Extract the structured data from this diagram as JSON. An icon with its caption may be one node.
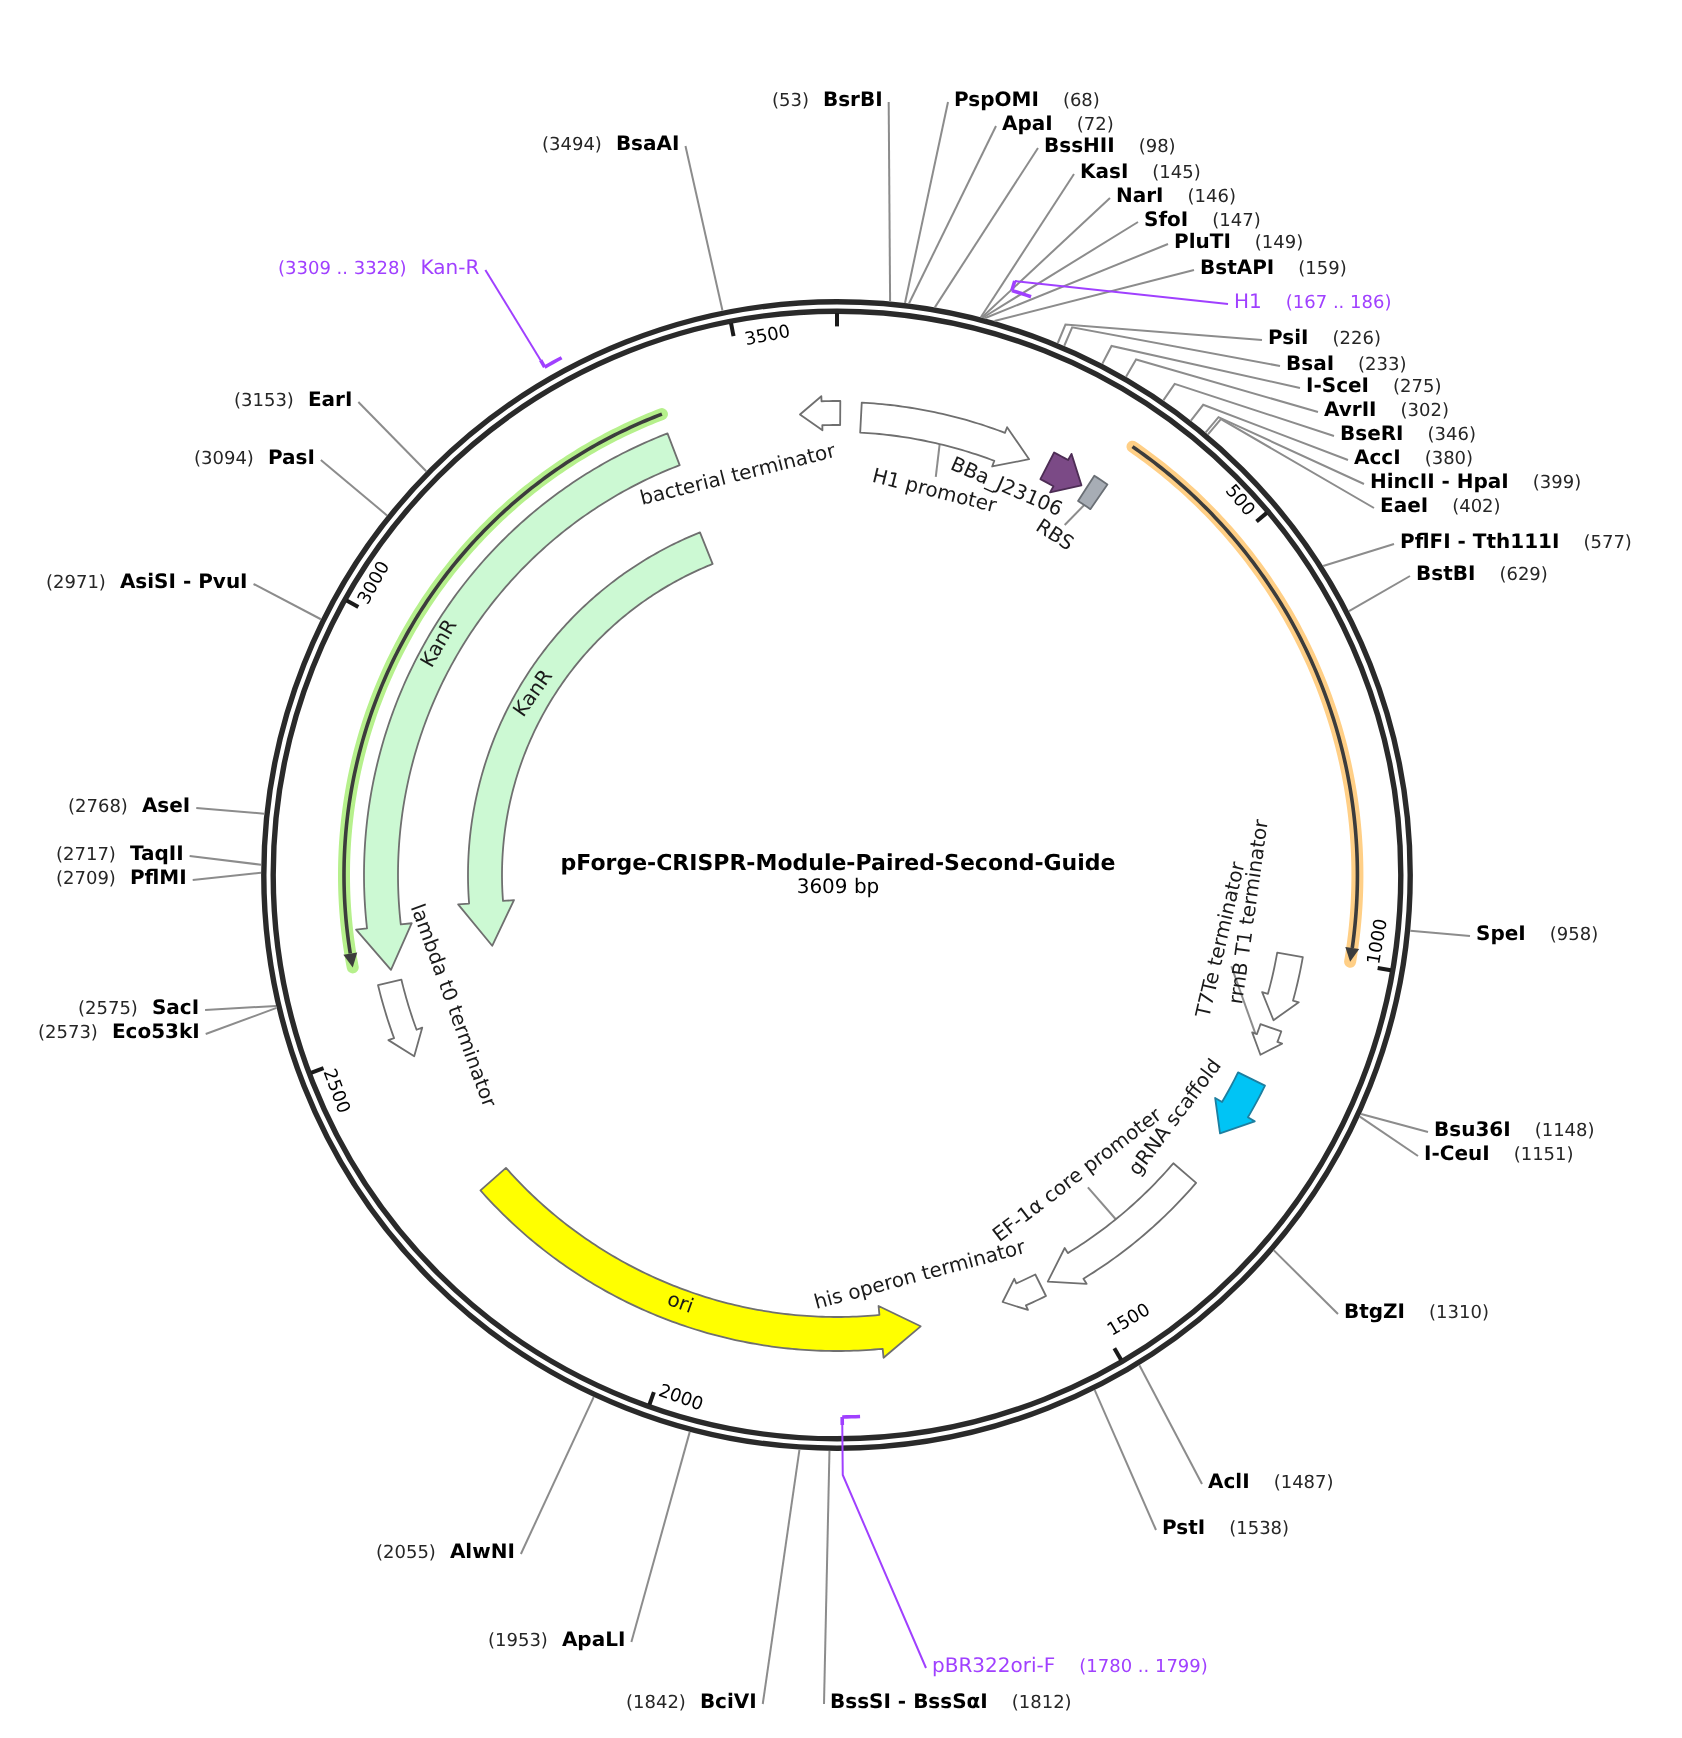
{
  "diagram": {
    "title": "pForge-CRISPR-Module-Paired-Second-Guide",
    "nodes": [
      {
        "text": [
          "(53)",
          "BsrBI"
        ]
      },
      {
        "text": [
          "PspOMI",
          "(68)"
        ]
      },
      {
        "text": [
          "ApaI",
          "(72)"
        ]
      },
      {
        "text": [
          "BssHII",
          "(98)"
        ]
      },
      {
        "text": [
          "KasI",
          "(145)"
        ]
      },
      {
        "text": [
          "NarI",
          "(146)"
        ]
      },
      {
        "text": [
          "SfoI",
          "(147)"
        ]
      },
      {
        "text": [
          "PluTI",
          "(149)"
        ]
      },
      {
        "text": [
          "BstAPI",
          "(159)"
        ]
      },
      {
        "text": [
          "H1",
          "(167 .. 186)"
        ]
      },
      {
        "text": [],
        "shape": "arrow"
      },
      {
        "text": [
          "PsiI",
          "(226)"
        ]
      },
      {
        "text": [
          "BsaI",
          "(233)"
        ]
      },
      {
        "text": [
          "I-SceI",
          "(275)"
        ]
      },
      {
        "text": [
          "AvrII",
          "(302)"
        ]
      },
      {
        "text": [
          "BseRI",
          "(346)"
        ]
      },
      {
        "text": [
          "AccI",
          "(380)"
        ]
      },
      {
        "text": [
          "HincII - HpaI",
          "(399)"
        ]
      },
      {
        "text": [
          "EaeI",
          "(402)"
        ]
      },
      {
        "text": [
          "PflFI - Tth111I",
          "(577)"
        ]
      },
      {
        "text": [
          "BstBI",
          "(629)"
        ]
      },
      {
        "text": [
          "SpeI",
          "(958)"
        ]
      },
      {
        "text": [
          "Bsu36I",
          "(1148)"
        ]
      },
      {
        "text": [
          "I-CeuI",
          "(1151)"
        ]
      },
      {
        "text": [
          "BtgZI",
          "(1310)"
        ]
      },
      {
        "text": [
          "AclI",
          "(1487)"
        ]
      },
      {
        "text": [
          "PstI",
          "(1538)"
        ]
      },
      {
        "text": [
          "pBR322ori-F",
          "(1780 .. 1799)"
        ]
      },
      {
        "text": [],
        "shape": "arrow"
      },
      {
        "text": [
          "BssSI - BssSαI",
          "(1812)"
        ]
      },
      {
        "text": [
          "(1842)",
          "BciVI"
        ]
      },
      {
        "text": [
          "(1953)",
          "ApaLI"
        ]
      },
      {
        "text": [
          "(2055)",
          "AlwNI"
        ]
      },
      {
        "text": [
          "(2573)",
          "Eco53kI"
        ]
      },
      {
        "text": [
          "(2575)",
          "SacI"
        ]
      },
      {
        "text": [
          "(2709)",
          "PflMI"
        ]
      },
      {
        "text": [
          "(2717)",
          "TaqII"
        ]
      },
      {
        "text": [
          "(2768)",
          "AseI"
        ]
      },
      {
        "text": [
          "(2971)",
          "AsiSI - PvuI"
        ]
      },
      {
        "text": [
          "(3094)",
          "PasI"
        ]
      },
      {
        "text": [
          "(3153)",
          "EarI"
        ]
      },
      {
        "text": [
          "(3309 .. 3328)",
          "Kan-R"
        ]
      },
      {
        "text": [],
        "shape": "arrow"
      },
      {
        "text": [
          "(3494)",
          "BsaAI"
        ]
      },
      {
        "text": [],
        "shape": "arrow"
      },
      {
        "text": [
          "H1 promoter"
        ]
      },
      {
        "text": [],
        "shape": "arrow",
        "beside": [
          "BBa_J23106"
        ]
      },
      {
        "text": [],
        "shape": "box"
      },
      {
        "text": [
          "RBS"
        ]
      },
      {
        "text": [],
        "shape": "arrow",
        "beside": [
          "rrnB T1 terminator"
        ]
      },
      {
        "text": [],
        "shape": "arrow"
      },
      {
        "text": [
          "T7Te terminator"
        ]
      },
      {
        "text": [],
        "shape": "arrow",
        "beside": [
          "gRNA scaffold"
        ]
      },
      {
        "text": [],
        "shape": "arrow"
      },
      {
        "text": [
          "EF-1α core promoter"
        ]
      },
      {
        "text": [],
        "shape": "arrow",
        "beside": [
          "his operon terminator"
        ]
      },
      {
        "text": [
          "ori"
        ]
      },
      {
        "text": [],
        "shape": "arrow",
        "beside": [
          "lambda t0 terminator"
        ]
      },
      {
        "text": [
          "KanR"
        ]
      },
      {
        "text": [
          "KanR"
        ]
      },
      {
        "text": [],
        "shape": "arrow"
      }
    ],
    "edges": [
      {
        "from": 0,
        "to": null,
        "arrow": "none"
      },
      {
        "from": 1,
        "to": null,
        "arrow": "none"
      },
      {
        "from": 2,
        "to": null,
        "arrow": "none"
      },
      {
        "from": 3,
        "to": null,
        "arrow": "none"
      },
      {
        "from": 4,
        "to": null,
        "arrow": "none"
      },
      {
        "from": 5,
        "to": null,
        "arrow": "none"
      },
      {
        "from": 6,
        "to": null,
        "arrow": "none"
      },
      {
        "from": 7,
        "to": null,
        "arrow": "none"
      },
      {
        "from": 8,
        "to": null,
        "arrow": "none"
      },
      {
        "from": 9,
        "to": 10,
        "arrow": "none",
        "color": "#a040ff"
      },
      {
        "from": 11,
        "to": null,
        "arrow": "none"
      },
      {
        "from": 12,
        "to": null,
        "arrow": "none"
      },
      {
        "from": 13,
        "to": null,
        "arrow": "none"
      },
      {
        "from": 14,
        "to": null,
        "arrow": "none"
      },
      {
        "from": 15,
        "to": null,
        "arrow": "none"
      },
      {
        "from": 16,
        "to": null,
        "arrow": "none"
      },
      {
        "from": 17,
        "to": null,
        "arrow": "none"
      },
      {
        "from": 18,
        "to": null,
        "arrow": "none"
      },
      {
        "from": 19,
        "to": null,
        "arrow": "none"
      },
      {
        "from": 20,
        "to": null,
        "arrow": "none"
      },
      {
        "from": 21,
        "to": null,
        "arrow": "none"
      },
      {
        "from": 22,
        "to": null,
        "arrow": "none"
      },
      {
        "from": 23,
        "to": null,
        "arrow": "none"
      },
      {
        "from": 24,
        "to": null,
        "arrow": "none"
      },
      {
        "from": 25,
        "to": null,
        "arrow": "none"
      },
      {
        "from": 26,
        "to": null,
        "arrow": "none"
      },
      {
        "from": 27,
        "to": 28,
        "arrow": "none",
        "color": "#a040ff"
      },
      {
        "from": 29,
        "to": null,
        "arrow": "none"
      },
      {
        "from": 30,
        "to": null,
        "arrow": "none"
      },
      {
        "from": 31,
        "to": null,
        "arrow": "none"
      },
      {
        "from": 32,
        "to": null,
        "arrow": "none"
      },
      {
        "from": 33,
        "to": null,
        "arrow": "none"
      },
      {
        "from": 34,
        "to": null,
        "arrow": "none"
      },
      {
        "from": 35,
        "to": null,
        "arrow": "none"
      },
      {
        "from": 36,
        "to": null,
        "arrow": "none"
      },
      {
        "from": 37,
        "to": null,
        "arrow": "none"
      },
      {
        "from": 38,
        "to": null,
        "arrow": "none"
      },
      {
        "from": 39,
        "to": null,
        "arrow": "none"
      },
      {
        "from": 40,
        "to": null,
        "arrow": "none"
      },
      {
        "from": 41,
        "to": 42,
        "arrow": "none",
        "color": "#a040ff"
      },
      {
        "from": 43,
        "to": null,
        "arrow": "none"
      },
      {
        "from": 45,
        "to": 44,
        "arrow": "none"
      },
      {
        "from": 48,
        "to": 47,
        "arrow": "none"
      },
      {
        "from": 51,
        "to": 50,
        "arrow": "none"
      },
      {
        "from": 54,
        "to": 53,
        "arrow": "none"
      }
    ],
    "labels": [
      "3609 bp",
      "500",
      "1000",
      "1500",
      "2000",
      "2500",
      "3000",
      "3500",
      "bacterial terminator"
    ]
  }
}
